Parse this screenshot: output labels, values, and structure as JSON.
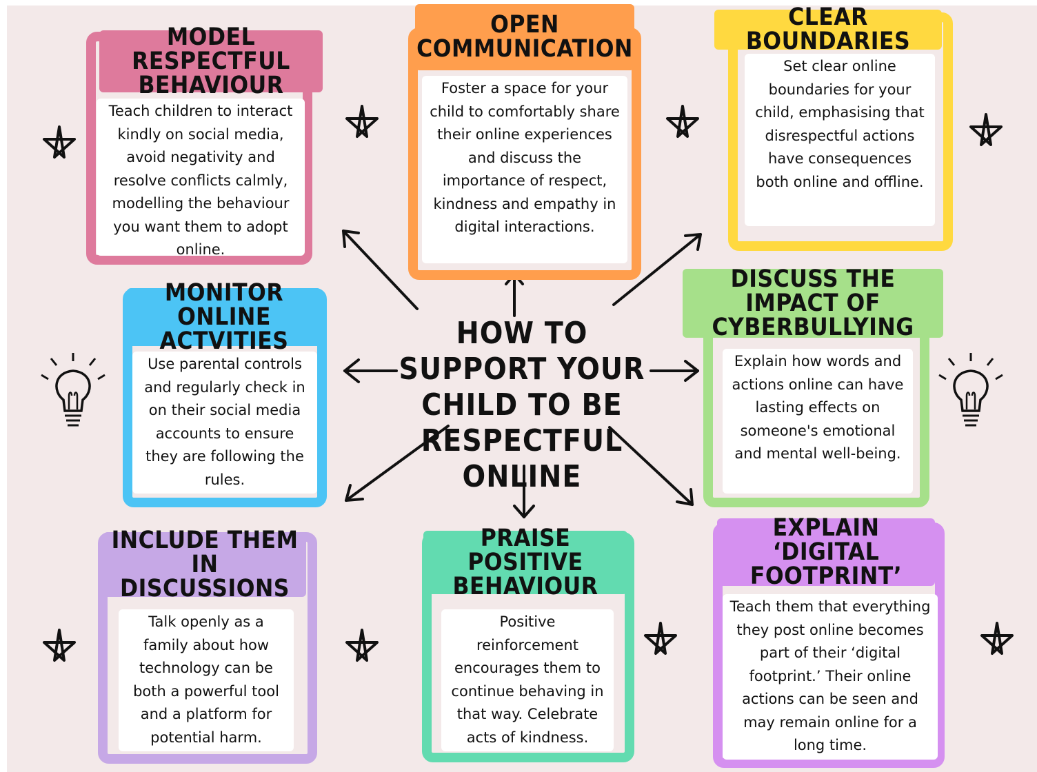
{
  "center_title": "HOW TO SUPPORT YOUR CHILD TO BE RESPECTFUL ONLINE",
  "colors": {
    "background": "#f3e9e9",
    "pink": "#de7a9c",
    "orange": "#ff9e4d",
    "yellow": "#ffd940",
    "blue": "#4cc4f5",
    "green": "#a6e08a",
    "purple": "#c6a8e6",
    "teal": "#62dbb0",
    "violet": "#d590f0"
  },
  "cards": {
    "model": {
      "title": "MODEL RESPECTFUL BEHAVIOUR",
      "body": "Teach children to interact kindly on social media, avoid negativity and resolve conflicts calmly, modelling the behaviour you want them to adopt online."
    },
    "open": {
      "title": "OPEN COMMUNICATION",
      "body": "Foster a space for your child to comfortably share their online experiences and discuss the importance of respect, kindness and empathy in digital interactions."
    },
    "clear": {
      "title": "CLEAR BOUNDARIES",
      "body": "Set clear online boundaries for your child, emphasising that disrespectful actions have consequences both online and offline."
    },
    "monitor": {
      "title": "MONITOR ONLINE ACTVITIES",
      "body": "Use parental controls and regularly check in on their social media accounts to ensure they are following the rules."
    },
    "discuss": {
      "title": "DISCUSS THE IMPACT OF CYBERBULLYING",
      "body": "Explain how words and actions online can have lasting effects on someone's emotional and mental well-being."
    },
    "include": {
      "title": "INCLUDE THEM IN DISCUSSIONS",
      "body": "Talk openly as a family about how technology can be both a powerful tool and a platform for potential harm."
    },
    "praise": {
      "title": "PRAISE POSITIVE BEHAVIOUR",
      "body": "Positive reinforcement encourages them to continue behaving in that way. Celebrate acts of kindness."
    },
    "explain": {
      "title": "EXPLAIN ‘DIGITAL FOOTPRINT’",
      "body": "Teach them that everything they post online becomes part of their ‘digital footprint.’ Their online actions can be seen and may remain online for a long time."
    }
  },
  "icons": [
    "star-icon",
    "lightbulb-icon",
    "arrow-icon"
  ]
}
